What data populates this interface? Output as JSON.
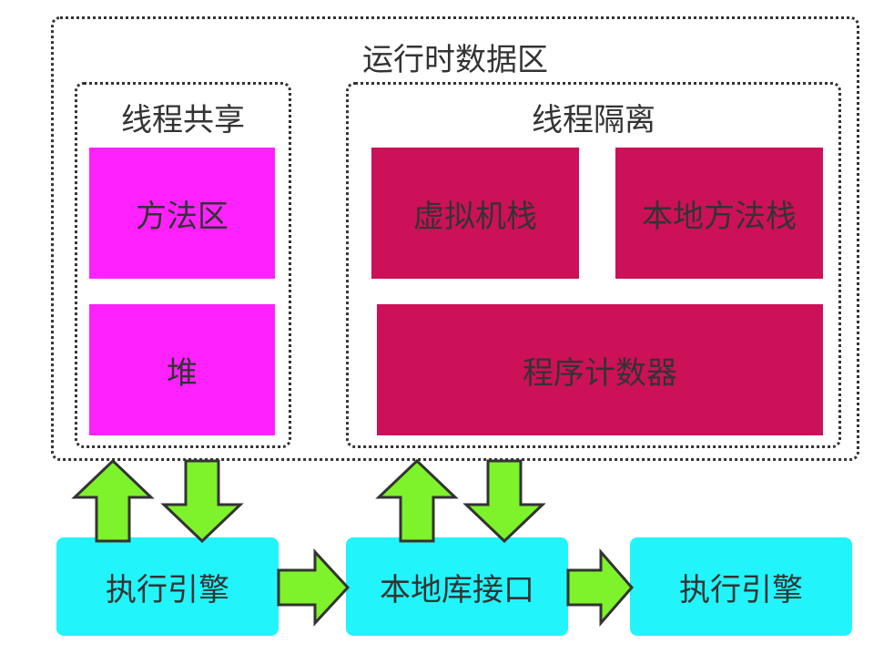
{
  "diagram": {
    "runtime_area_label": "运行时数据区",
    "shared_group_label": "线程共享",
    "isolated_group_label": "线程隔离",
    "method_area": "方法区",
    "heap": "堆",
    "vm_stack": "虚拟机栈",
    "native_method_stack": "本地方法栈",
    "program_counter": "程序计数器",
    "execution_engine_left": "执行引擎",
    "native_library_interface": "本地库接口",
    "execution_engine_right": "执行引擎"
  },
  "colors": {
    "shared": "#ff22ff",
    "isolated": "#cc1158",
    "component": "#22f4fb",
    "arrow": "#7ef22a"
  }
}
